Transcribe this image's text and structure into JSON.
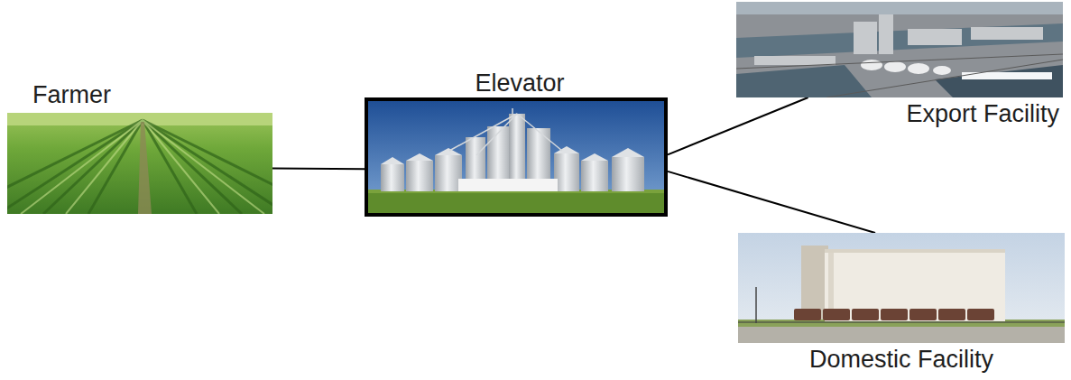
{
  "diagram": {
    "nodes": [
      {
        "text": [
          "Farmer"
        ]
      },
      {
        "text": [
          "Elevator"
        ]
      },
      {
        "text": [
          "Export Facility"
        ]
      },
      {
        "text": [
          "Domestic Facility"
        ]
      }
    ],
    "edges": [
      {
        "from": 0,
        "to": 1,
        "arrow": "none"
      },
      {
        "from": 1,
        "to": 2,
        "arrow": "none"
      },
      {
        "from": 1,
        "to": 3,
        "arrow": "none"
      }
    ]
  }
}
